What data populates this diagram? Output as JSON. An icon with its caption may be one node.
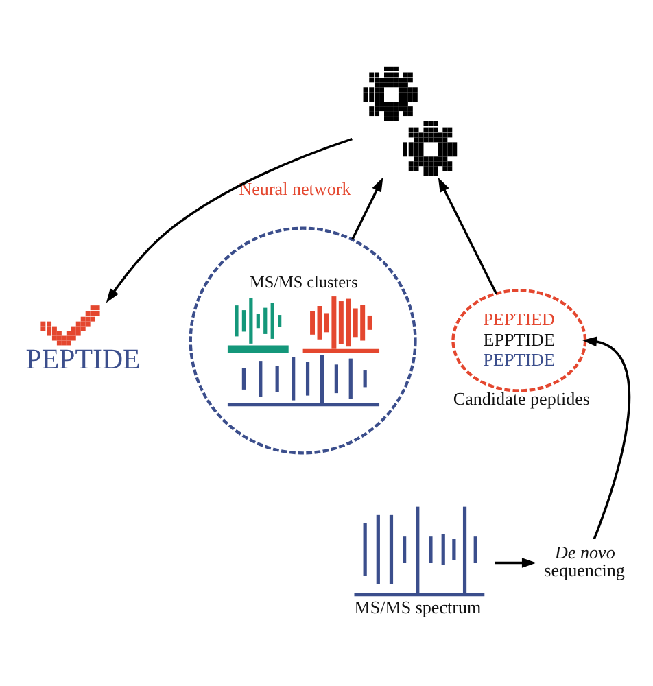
{
  "diagram": {
    "nodes": [
      {
        "text": [],
        "shape": "picture",
        "beside": [
          "Neural network"
        ]
      },
      {
        "text": [
          "PEPTIDE"
        ]
      },
      {
        "text": [
          "MS/MS clusters"
        ]
      },
      {
        "text": [
          "PEPTIED",
          "EPPTIDE",
          "PEPTIDE"
        ],
        "beside": [
          "Candidate peptides"
        ]
      },
      {
        "text": [
          "MS/MS spectrum"
        ]
      },
      {
        "text": [
          "*De novo* sequencing"
        ]
      }
    ],
    "edges": [
      {
        "from": 0,
        "to": 1,
        "arrow": "to"
      },
      {
        "from": 2,
        "to": 0,
        "arrow": "to"
      },
      {
        "from": 3,
        "to": 0,
        "arrow": "to"
      },
      {
        "from": 4,
        "to": 5,
        "arrow": "to"
      },
      {
        "from": 5,
        "to": 3,
        "arrow": "to"
      }
    ]
  }
}
